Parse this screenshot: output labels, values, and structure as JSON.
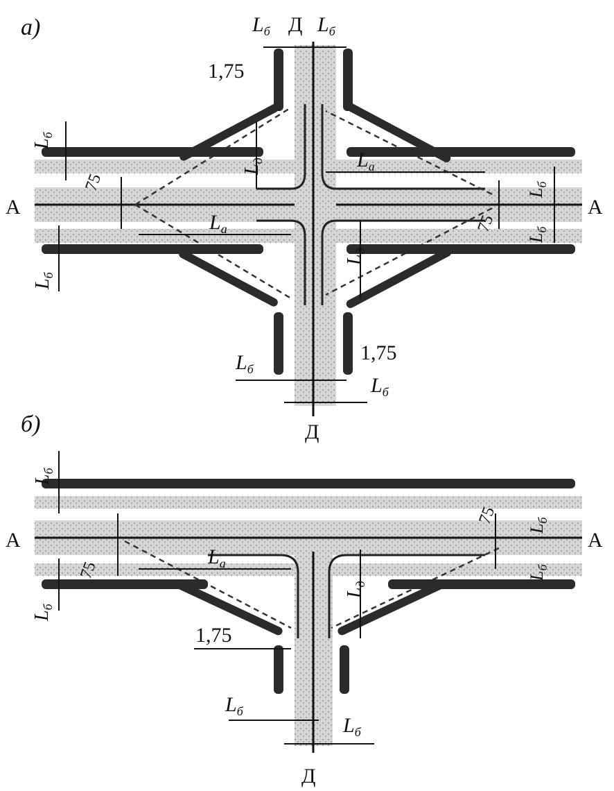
{
  "panels": [
    {
      "id": "a",
      "panel_label": "а)",
      "road_main_left": "А",
      "road_main_right": "А",
      "road_secondary_top": "Д",
      "road_secondary_bottom": "Д",
      "dim_lb": "L",
      "dim_lb_sub": "б",
      "dim_ld": "L",
      "dim_ld_sub": "д",
      "dim_la": "L",
      "dim_la_sub": "а",
      "dim_175_top": "1,75",
      "dim_175_bottom": "1,75",
      "dim_75": "75"
    },
    {
      "id": "b",
      "panel_label": "б)",
      "road_main_left": "А",
      "road_main_right": "А",
      "road_secondary_bottom": "Д",
      "dim_lb": "L",
      "dim_lb_sub": "б",
      "dim_ld": "L",
      "dim_ld_sub": "д",
      "dim_la": "L",
      "dim_la_sub": "а",
      "dim_175": "1,75",
      "dim_75": "75"
    }
  ],
  "colors": {
    "ink": "#111111",
    "road": "#c8c8c8",
    "planting": "#2b2b2b",
    "background": "#ffffff"
  }
}
